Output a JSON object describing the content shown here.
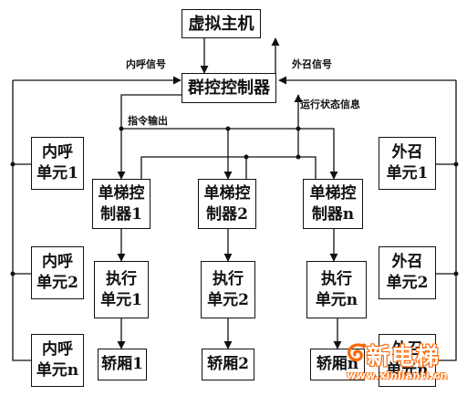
{
  "nodes": {
    "virtual_host": "虚拟主机",
    "group_controller": "群控控制器",
    "inner_call_1": "内呼\n单元1",
    "inner_call_2": "内呼\n单元2",
    "inner_call_n": "内呼\n单元n",
    "outer_call_1": "外召\n单元1",
    "outer_call_2": "外召\n单元2",
    "outer_call_n": "外召\n单元n",
    "elevator_controller_1": "单梯控\n制器1",
    "elevator_controller_2": "单梯控\n制器2",
    "elevator_controller_n": "单梯控\n制器n",
    "execution_unit_1": "执行\n单元1",
    "execution_unit_2": "执行\n单元2",
    "execution_unit_n": "执行\n单元n",
    "car_1": "轿厢1",
    "car_2": "轿厢2",
    "car_n": "轿厢n"
  },
  "labels": {
    "inner_call_signal": "内呼信号",
    "outer_call_signal": "外召信号",
    "command_output": "指令输出",
    "running_status_info": "运行状态信息"
  },
  "watermark": {
    "title": "新电梯",
    "url": "www.xinlianti.cn",
    "color": "#ff6600"
  }
}
